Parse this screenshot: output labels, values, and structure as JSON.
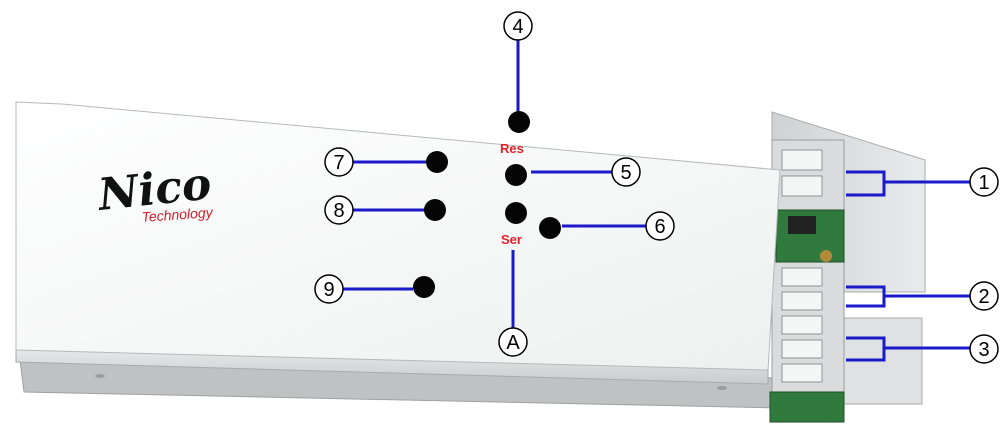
{
  "device": {
    "logo": {
      "main": "Nico",
      "sub": "Technology"
    },
    "labels": {
      "reset": "Res",
      "serial": "Ser"
    }
  },
  "callouts": [
    "1",
    "2",
    "3",
    "4",
    "5",
    "6",
    "7",
    "8",
    "9",
    "A"
  ],
  "colors": {
    "leader_line": "#1a1acb",
    "label_red": "#e2232b",
    "dot": "#050505"
  }
}
